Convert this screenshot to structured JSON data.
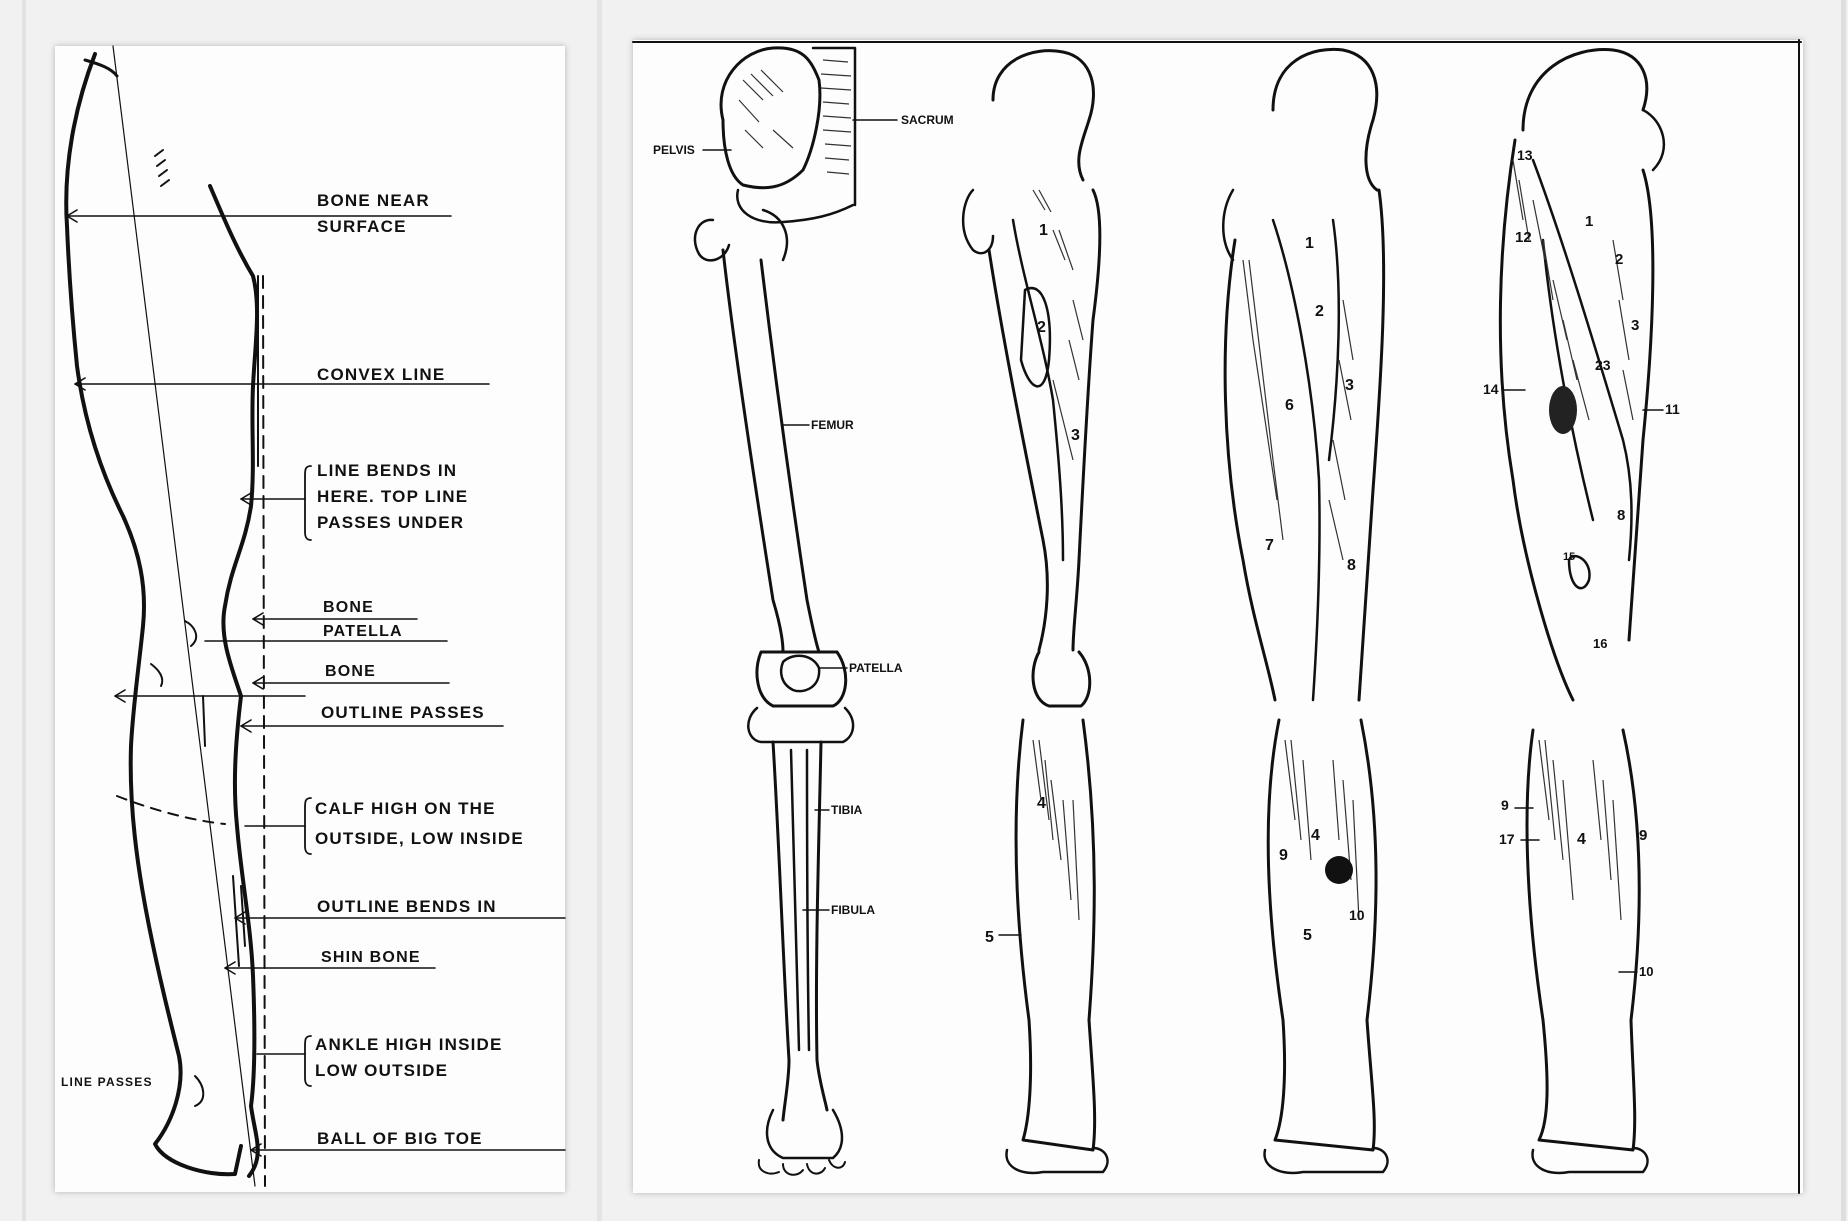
{
  "left_figure": {
    "labels": {
      "bone_near_surface": [
        "BONE NEAR",
        "SURFACE"
      ],
      "convex_line": "CONVEX LINE",
      "line_bends_in": [
        "LINE BENDS IN",
        "HERE. TOP LINE",
        "PASSES UNDER"
      ],
      "bone_1": "BONE",
      "patella": "PATELLA",
      "bone_2": "BONE",
      "outline_passes": "OUTLINE PASSES",
      "calf_high": [
        "CALF HIGH ON THE",
        "OUTSIDE, LOW INSIDE"
      ],
      "outline_bends_in": "OUTLINE BENDS IN",
      "shin_bone": "SHIN BONE",
      "ankle_high": [
        "ANKLE HIGH INSIDE",
        "LOW OUTSIDE"
      ],
      "line_passes": "LINE PASSES",
      "ball_of_big_toe": "BALL OF BIG TOE"
    }
  },
  "skeleton": {
    "labels": {
      "pelvis": "PELVIS",
      "sacrum": "SACRUM",
      "femur": "FEMUR",
      "patella": "PATELLA",
      "tibia": "TIBIA",
      "fibula": "FIBULA"
    }
  },
  "muscle_leg_2": {
    "numbers": [
      "1",
      "2",
      "3",
      "4",
      "5"
    ]
  },
  "muscle_leg_3": {
    "numbers": [
      "1",
      "2",
      "3",
      "6",
      "7",
      "8",
      "4",
      "9",
      "5",
      "10"
    ]
  },
  "muscle_leg_4": {
    "numbers": [
      "13",
      "1",
      "12",
      "2",
      "3",
      "23",
      "14",
      "11",
      "8",
      "15",
      "16",
      "9",
      "17",
      "4",
      "9",
      "10"
    ]
  }
}
